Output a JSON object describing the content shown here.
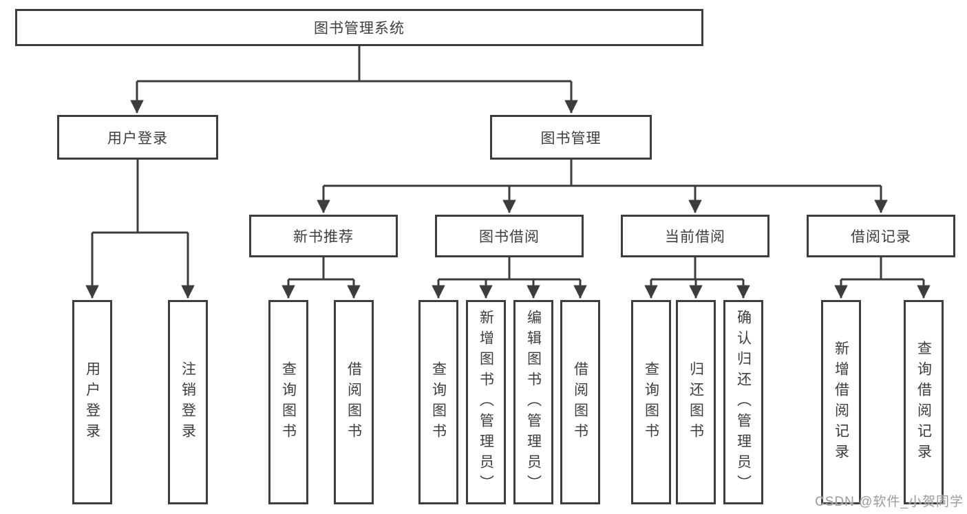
{
  "nodes": {
    "root": "图书管理系统",
    "user_login": "用户登录",
    "book_mgmt": "图书管理",
    "new_book_rec": "新书推荐",
    "book_borrow": "图书借阅",
    "current_borrow": "当前借阅",
    "borrow_records": "借阅记录",
    "leaf_user_login": "用户登录",
    "leaf_logout": "注销登录",
    "nb_query_book": "查询图书",
    "nb_borrow_book": "借阅图书",
    "bb_query_book": "查询图书",
    "bb_add_book": "新增图书（管理员）",
    "bb_edit_book": "编辑图书（管理员）",
    "bb_borrow_book": "借阅图书",
    "cb_query_book": "查询图书",
    "cb_return_book": "归还图书",
    "cb_confirm_return": "确认归还（管理员）",
    "br_add_record": "新增借阅记录",
    "br_query_record": "查询借阅记录"
  },
  "colors": {
    "line": "#3c3c3c",
    "text": "#3d3d42",
    "watermark": "#9b9b9d",
    "background": "#ffffff"
  },
  "watermark": "CSDN @软件_小贺同学"
}
